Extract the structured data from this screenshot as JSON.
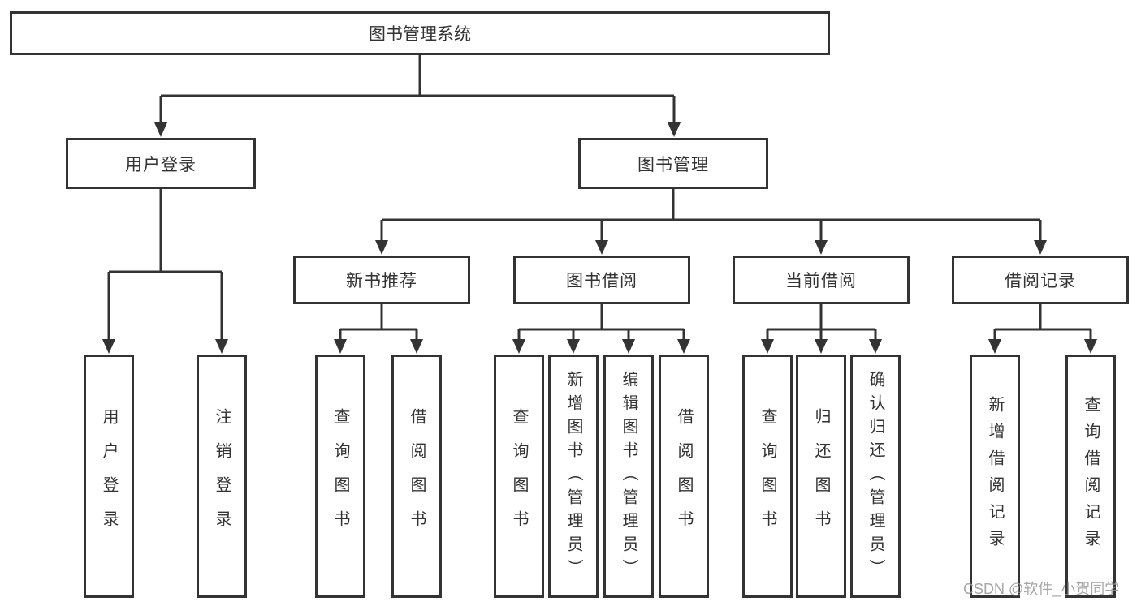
{
  "diagram_title": "图书管理系统",
  "nodes": {
    "root": "图书管理系统",
    "user_login": "用户登录",
    "book_management": "图书管理",
    "new_book_recommend": "新书推荐",
    "book_borrowing": "图书借阅",
    "current_borrowing": "当前借阅",
    "borrowing_records": "借阅记录",
    "leaf_user_login": "用户登录",
    "leaf_logout": "注销登录",
    "leaf_query_books_recommend": "查询图书",
    "leaf_borrow_books_recommend": "借阅图书",
    "leaf_query_books_borrowing": "查询图书",
    "leaf_add_books_admin": "新增图书（管理员）",
    "leaf_edit_books_admin": "编辑图书（管理员）",
    "leaf_borrow_books_borrowing": "借阅图书",
    "leaf_query_books_current": "查询图书",
    "leaf_return_books": "归还图书",
    "leaf_confirm_return_admin": "确认归还（管理员）",
    "leaf_add_borrow_record": "新增借阅记录",
    "leaf_query_borrow_record": "查询借阅记录"
  },
  "hierarchy": {
    "图书管理系统": {
      "用户登录": [
        "用户登录",
        "注销登录"
      ],
      "图书管理": {
        "新书推荐": [
          "查询图书",
          "借阅图书"
        ],
        "图书借阅": [
          "查询图书",
          "新增图书（管理员）",
          "编辑图书（管理员）",
          "借阅图书"
        ],
        "当前借阅": [
          "查询图书",
          "归还图书",
          "确认归还（管理员）"
        ],
        "借阅记录": [
          "新增借阅记录",
          "查询借阅记录"
        ]
      }
    }
  },
  "watermark": "CSDN @软件_小贺同学",
  "colors": {
    "line": "#333333",
    "box_border": "#333333",
    "text": "#333333",
    "watermark": "#969696",
    "background": "#ffffff"
  }
}
